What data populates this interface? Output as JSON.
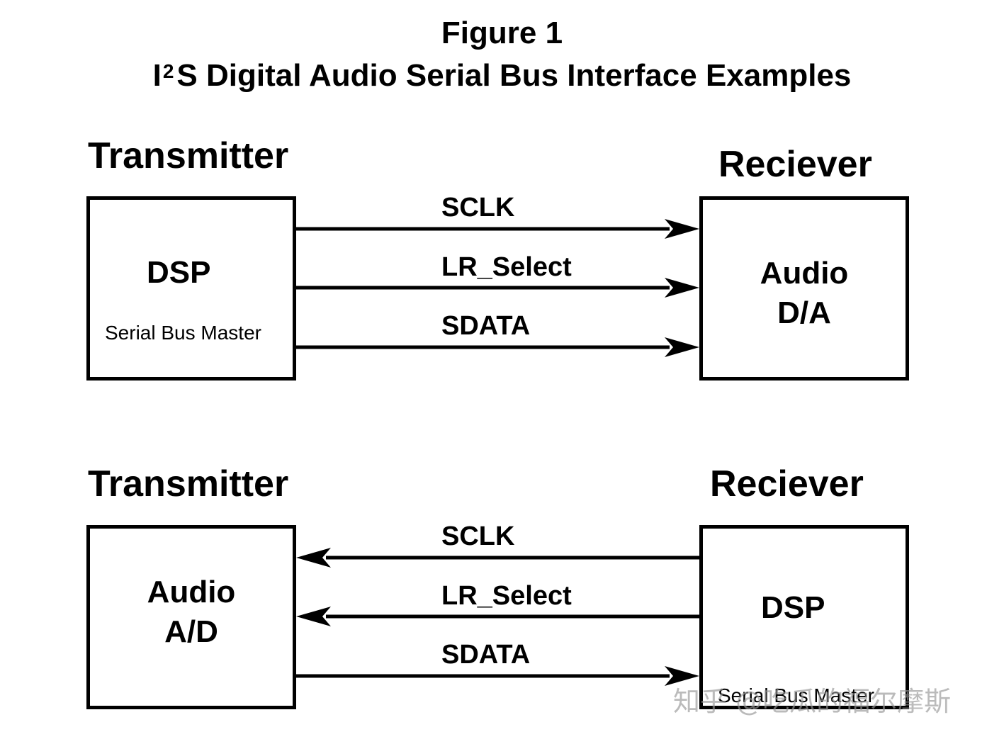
{
  "figure": {
    "title_line1": "Figure 1",
    "title_prefix": "I",
    "title_superscript": "2",
    "title_rest": "S Digital Audio Serial Bus Interface Examples"
  },
  "top_example": {
    "left_heading": "Transmitter",
    "right_heading": "Reciever",
    "left_box": {
      "main": "DSP",
      "sub": "Serial Bus Master"
    },
    "right_box": {
      "main_line1": "Audio",
      "main_line2": "D/A"
    },
    "signals": [
      {
        "label": "SCLK",
        "direction": "left-to-right"
      },
      {
        "label": "LR_Select",
        "direction": "left-to-right"
      },
      {
        "label": "SDATA",
        "direction": "left-to-right"
      }
    ]
  },
  "bottom_example": {
    "left_heading": "Transmitter",
    "right_heading": "Reciever",
    "left_box": {
      "main_line1": "Audio",
      "main_line2": "A/D"
    },
    "right_box": {
      "main": "DSP",
      "sub": "Serial Bus Master"
    },
    "signals": [
      {
        "label": "SCLK",
        "direction": "right-to-left"
      },
      {
        "label": "LR_Select",
        "direction": "right-to-left"
      },
      {
        "label": "SDATA",
        "direction": "left-to-right"
      }
    ]
  },
  "watermark": "知乎 @吃瓜的福尔摩斯",
  "colors": {
    "line": "#000000",
    "background": "#ffffff",
    "watermark": "#969696"
  }
}
